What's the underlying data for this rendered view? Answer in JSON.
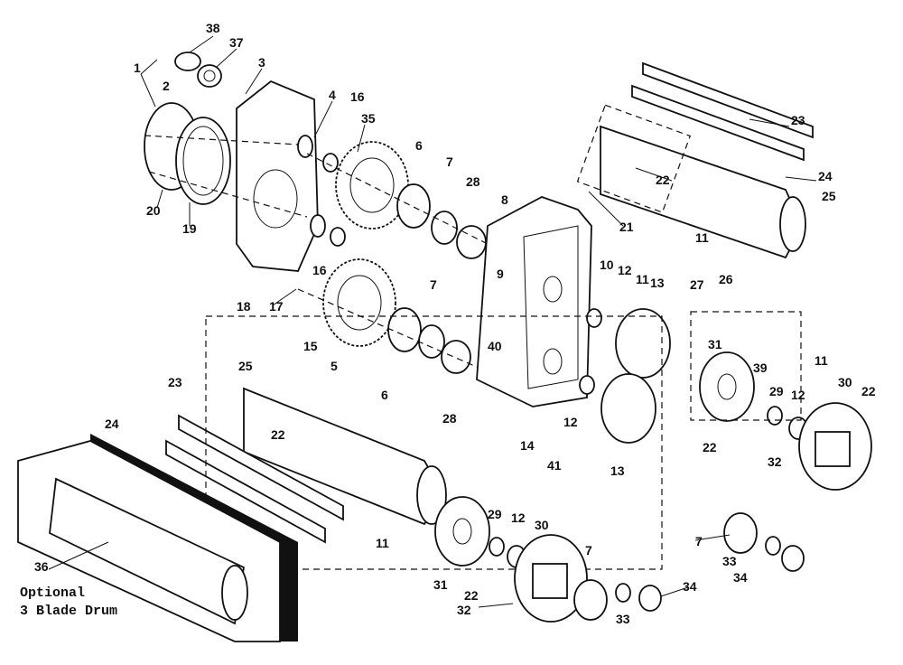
{
  "labels": {
    "n38": "38",
    "n37": "37",
    "n1": "1",
    "n2": "2",
    "n3": "3",
    "n4": "4",
    "n16a": "16",
    "n35": "35",
    "n6a": "6",
    "n7a": "7",
    "n28a": "28",
    "n8": "8",
    "n9": "9",
    "n21": "21",
    "n23a": "23",
    "n22a": "22",
    "n24a": "24",
    "n25a": "25",
    "n11a": "11",
    "n27": "27",
    "n26": "26",
    "n20": "20",
    "n19": "19",
    "n16b": "16",
    "n18": "18",
    "n17": "17",
    "n15": "15",
    "n5": "5",
    "n7b": "7",
    "n6b": "6",
    "n28b": "28",
    "n40": "40",
    "n10": "10",
    "n12a": "12",
    "n11b": "11",
    "n13a": "13",
    "n31a": "31",
    "n39": "39",
    "n29a": "29",
    "n12b": "12",
    "n11c": "11",
    "n30a": "30",
    "n22b": "22",
    "n22c": "22",
    "n32a": "32",
    "n14": "14",
    "n41": "41",
    "n12c": "12",
    "n13b": "13",
    "n25b": "25",
    "n23b": "23",
    "n24b": "24",
    "n22d": "22",
    "n11d": "11",
    "n29b": "29",
    "n12d": "12",
    "n30b": "30",
    "n7c": "7",
    "n31b": "31",
    "n22e": "22",
    "n32b": "32",
    "n33a": "33",
    "n34a": "34",
    "n7d": "7",
    "n33b": "33",
    "n34b": "34",
    "n36": "36"
  },
  "caption": {
    "line1": "Optional",
    "line2": "3 Blade Drum"
  }
}
